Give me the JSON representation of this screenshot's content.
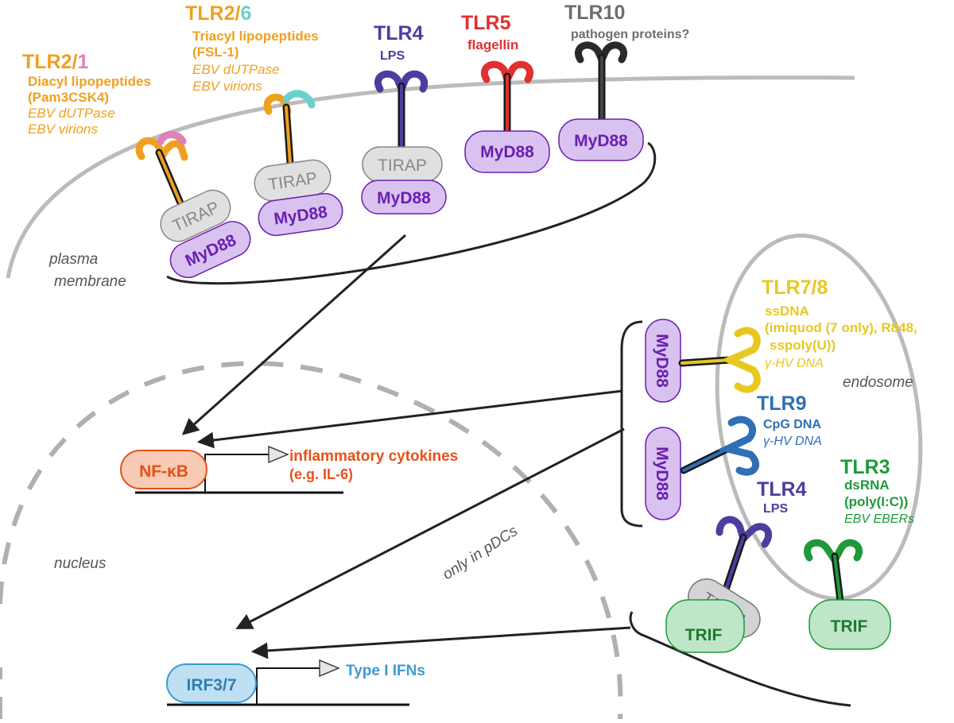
{
  "colors": {
    "tlr2": "#f0a020",
    "tlr1": "#e07fb8",
    "tlr6": "#6ad0cc",
    "tlr4": "#4a3ea0",
    "tlr5": "#e03030",
    "tlr10": "#6e6e6e",
    "tlr78": "#e8c820",
    "tlr9": "#2e6fb5",
    "tlr3": "#1e9a3a",
    "myd88": "#6a1fb0",
    "myd88_fill": "#d9c2f0",
    "tirap_fill": "#e0e0e0",
    "trif_fill": "#bfe6c8",
    "nfkb": "#e8501a",
    "nfkb_fill": "#f7cbb5",
    "irf_fill": "#bfe0f2",
    "irf": "#3c9ad0",
    "membrane": "#bbbbbb"
  },
  "labels": {
    "plasma": "plasma",
    "membrane": "membrane",
    "nucleus": "nucleus",
    "endosome": "endosome",
    "only_pdcs": "only in pDCs",
    "inflammatory": "inflammatory cytokines",
    "il6": "(e.g. IL-6)",
    "type1": "Type I IFNs",
    "nfkb": "NF-κB",
    "irf": "IRF3/7"
  },
  "receptors": {
    "tlr21": {
      "name_a": "TLR2/",
      "name_b": "1",
      "ligand1": "Diacyl lipopeptides",
      "ligand2": "(Pam3CSK4)",
      "viral1": "EBV dUTPase",
      "viral2": "EBV virions"
    },
    "tlr26": {
      "name_a": "TLR2/",
      "name_b": "6",
      "ligand1": "Triacyl lipopeptides",
      "ligand2": "(FSL-1)",
      "viral1": "EBV dUTPase",
      "viral2": "EBV virions"
    },
    "tlr4_surface": {
      "name": "TLR4",
      "ligand": "LPS"
    },
    "tlr5": {
      "name": "TLR5",
      "ligand": "flagellin"
    },
    "tlr10": {
      "name": "TLR10",
      "ligand": "pathogen proteins?"
    },
    "tlr78": {
      "name": "TLR7/8",
      "ligand1": "ssDNA",
      "ligand2": "(imiquod (7 only), R848,",
      "ligand3": "sspoly(U))",
      "viral": "γ-HV DNA"
    },
    "tlr9": {
      "name": "TLR9",
      "ligand": "CpG DNA",
      "viral": "γ-HV DNA"
    },
    "tlr4_endo": {
      "name": "TLR4",
      "ligand": "LPS"
    },
    "tlr3": {
      "name": "TLR3",
      "ligand1": "dsRNA",
      "ligand2": "(poly(I:C))",
      "viral": "EBV EBERs"
    }
  },
  "adaptors": {
    "tirap": "TIRAP",
    "myd88": "MyD88",
    "tram": "TRAM",
    "trif": "TRIF"
  }
}
